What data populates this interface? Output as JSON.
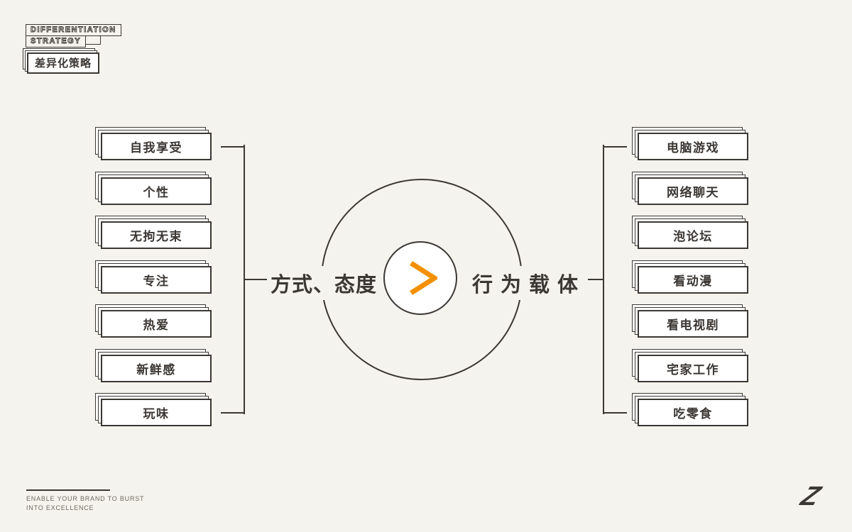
{
  "header": {
    "title_en_line1": "DIFFERENTIATION",
    "title_en_line2": "STRATEGY",
    "title_cn": "差异化策略"
  },
  "left_group": {
    "label": "方式、态度",
    "items": [
      "自我享受",
      "个性",
      "无拘无束",
      "专注",
      "热爱",
      "新鲜感",
      "玩味"
    ]
  },
  "right_group": {
    "label": "行为载体",
    "items": [
      "电脑游戏",
      "网络聊天",
      "泡论坛",
      "看动漫",
      "看电视剧",
      "宅家工作",
      "吃零食"
    ]
  },
  "center": {
    "symbol": ">",
    "symbol_meaning": "greater-than-arrow",
    "symbol_color": "#F39000"
  },
  "footer": {
    "tagline_line1": "ENABLE YOUR BRAND TO BURST",
    "tagline_line2": "INTO EXCELLENCE",
    "logo": "Z"
  },
  "colors": {
    "background": "#F5F3ED",
    "ink": "#3B3734",
    "accent": "#F39000"
  }
}
